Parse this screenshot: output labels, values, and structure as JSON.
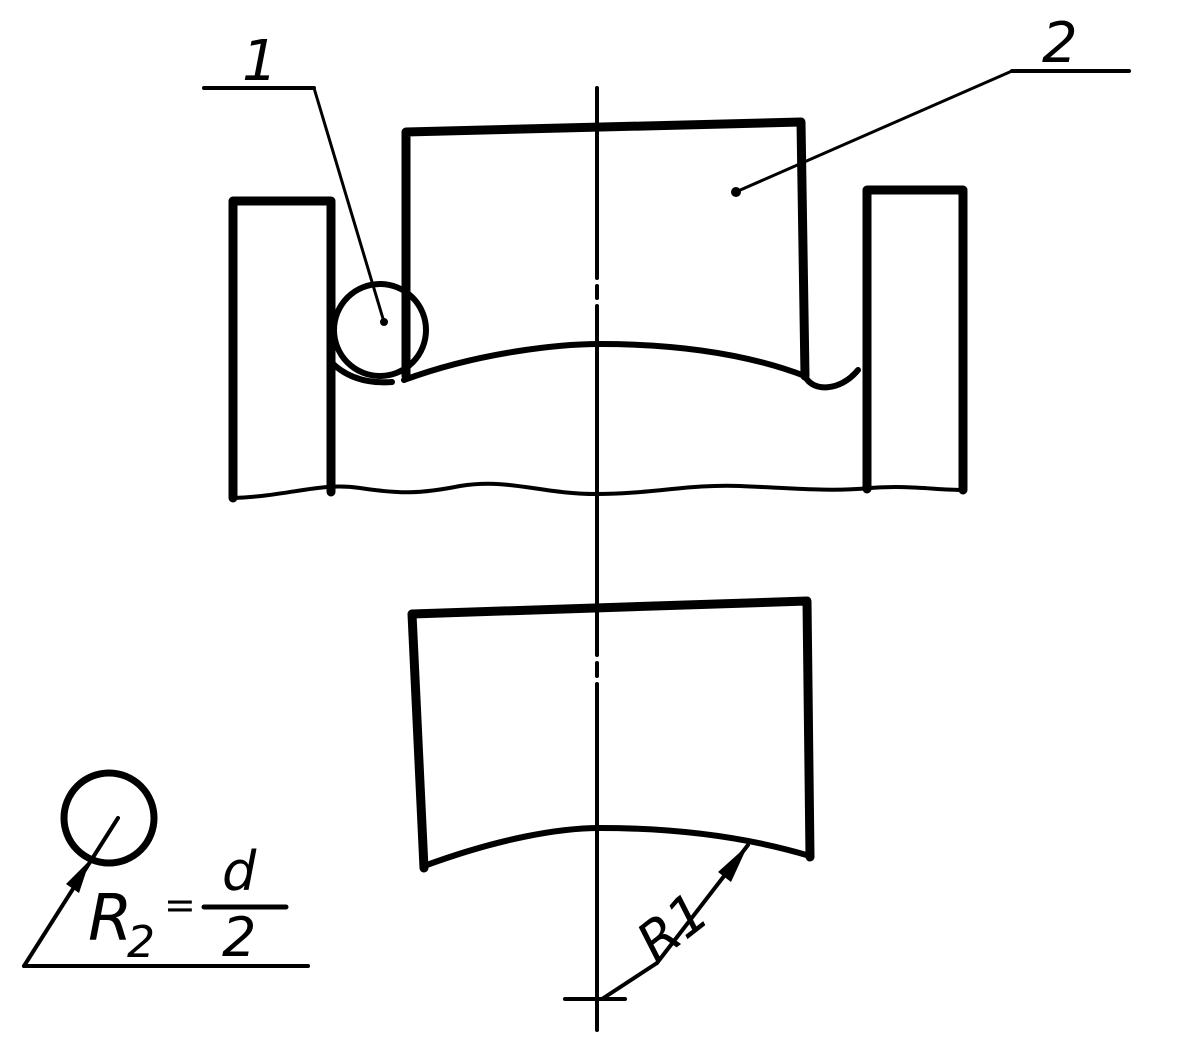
{
  "labels": {
    "callout_1": "1",
    "callout_2": "2",
    "r2_symbol": "R",
    "r2_subscript": "2",
    "equals_sign": "=",
    "fraction_numerator": "d",
    "fraction_denominator": "2",
    "r1_label": "R1"
  },
  "colors": {
    "line": "#000000",
    "background": "#ffffff"
  }
}
